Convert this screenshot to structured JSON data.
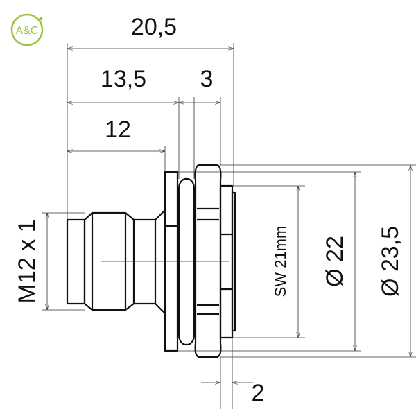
{
  "logo": {
    "text": "A&C",
    "color": "#9bc53d"
  },
  "dimensions": {
    "overall_length": "20,5",
    "body_length": "13,5",
    "nut_width": "3",
    "thread_length": "12",
    "thread": "M12 x 1",
    "wrench_size": "SW 21mm",
    "nut_diameter": "Ø 22",
    "flange_diameter": "Ø 23,5",
    "rear_length": "2"
  }
}
